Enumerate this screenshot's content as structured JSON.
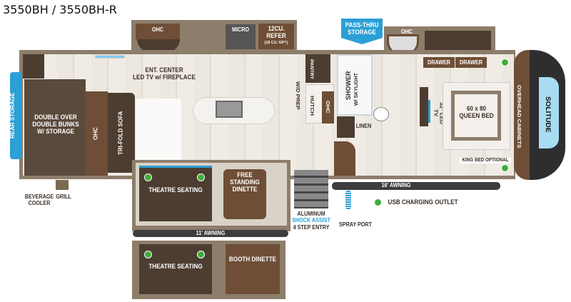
{
  "title": "3550BH / 3550BH-R",
  "colors": {
    "accent_blue": "#2b9fd6",
    "usb_green": "#3fae3a",
    "wood": "#6e4e36",
    "floor": "#ece7df"
  },
  "labels": {
    "rear_storage": "REAR STORAGE",
    "bunks": "DOUBLE OVER DOUBLE BUNKS W/ STORAGE",
    "ohc_rear": "OHC",
    "sofa": "TRI-FOLD SOFA",
    "ohc_kitchen": "OHC",
    "micro": "MICRO",
    "refer": "12CU. REFER",
    "refer_opt": "(18 CU. OPT)",
    "ent_center": "ENT. CENTER",
    "led_tv_fireplace": "LED TV w/ FIREPLACE",
    "wd_prep": "W/D PREP",
    "pantry": "PANTRY",
    "hutch": "HUTCH",
    "ohc_hutch": "OHC",
    "pass_thru": "PASS-THRU STORAGE",
    "ohc_bath": "OHC",
    "shower": "SHOWER",
    "skylight": "W/ SKYLIGHT",
    "linen": "LINEN",
    "drawer_1": "DRAWER",
    "drawer_2": "DRAWER",
    "tv": "32\" LED TV",
    "bed_size": "60 x 80",
    "bed": "QUEEN BED",
    "king": "KING BED OPTIONAL",
    "overhead": "OVERHEAD CABINETS",
    "brand": "SOLITUDE",
    "theatre_1": "THEATRE SEATING",
    "dinette_free": "FREE STANDING DINETTE",
    "awning_11": "11' AWNING",
    "theatre_2": "THEATRE SEATING",
    "dinette_booth": "BOOTH DINETTE",
    "bev_cooler": "BEVERAGE COOLER",
    "grill": "GRILL",
    "entry_1": "ALUMINUM",
    "entry_2": "SHOCK ASSIST",
    "entry_3": "4 STEP ENTRY",
    "spray": "SPRAY PORT",
    "awning_16": "16' AWNING",
    "usb": "USB CHARGING OUTLET"
  }
}
